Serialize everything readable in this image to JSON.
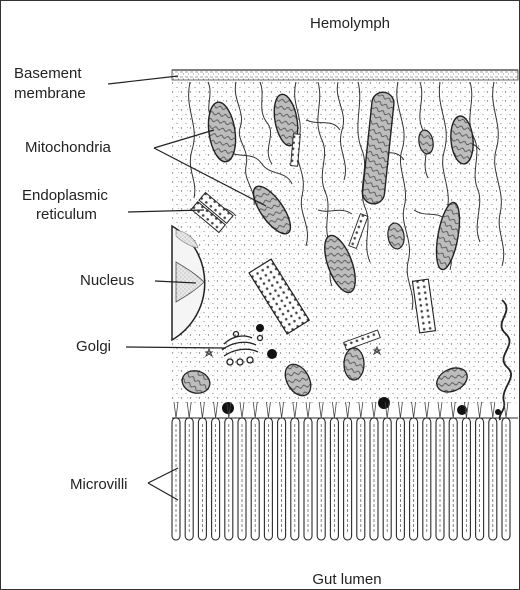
{
  "diagram": {
    "top_label": "Hemolymph",
    "bottom_label": "Gut lumen",
    "labels": {
      "basement_membrane": [
        "Basement",
        "membrane"
      ],
      "mitochondria": "Mitochondria",
      "endoplasmic_reticulum": [
        "Endoplasmic",
        "reticulum"
      ],
      "nucleus": "Nucleus",
      "golgi": "Golgi",
      "microvilli": "Microvilli"
    },
    "colors": {
      "ink": "#2a2a2a",
      "nucleus_fill": "#f4f4f4",
      "cytoplasm_stipple": "#7a7a7a"
    }
  }
}
